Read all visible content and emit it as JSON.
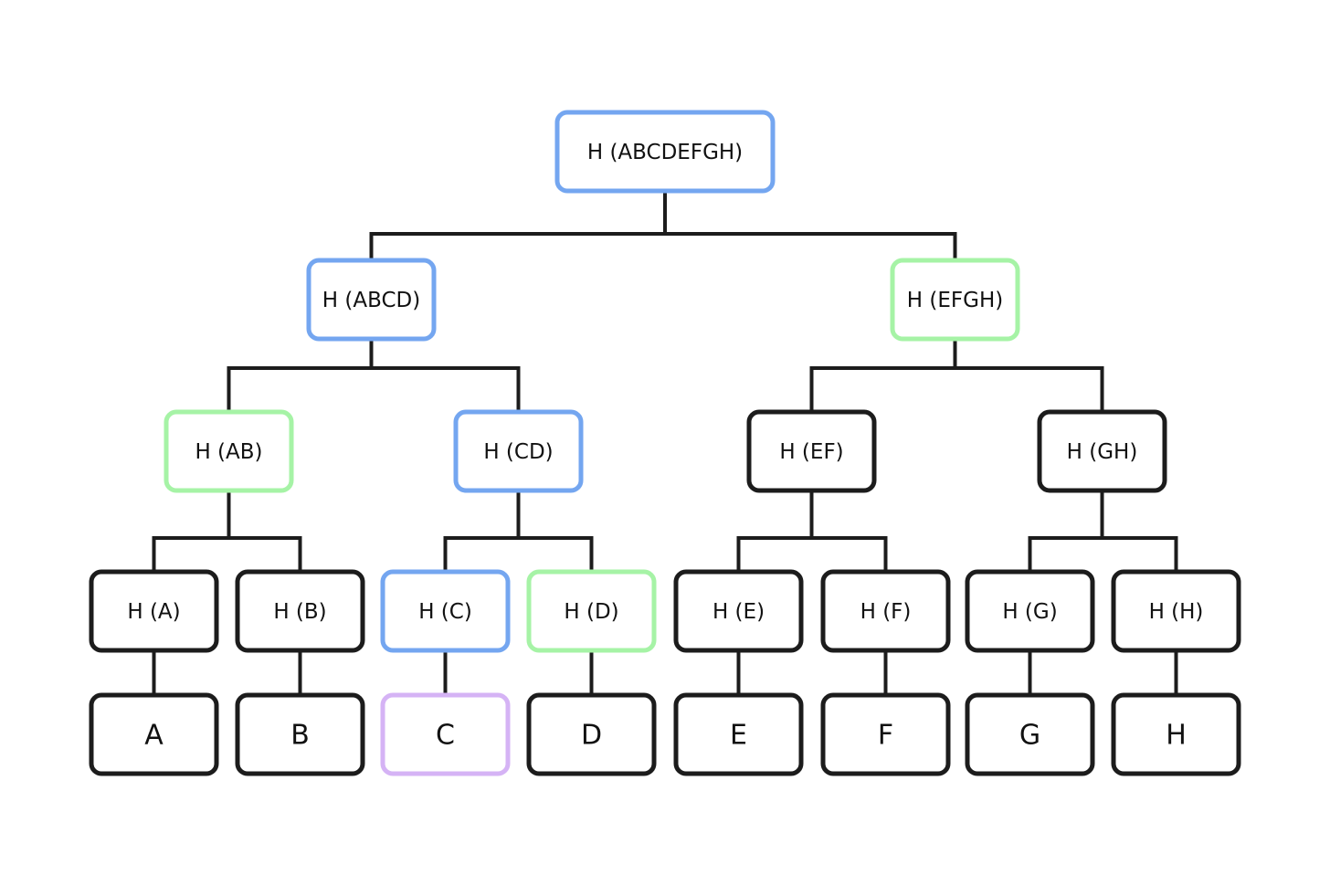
{
  "colors": {
    "black": "#1c1c1c",
    "blue": "#74a6f0",
    "green": "#a6f3a6",
    "purple": "#d5b3f5",
    "connector": "#1c1c1c"
  },
  "nodes": [
    {
      "id": "h-abcdefgh",
      "label": "H (ABCDEFGH)",
      "color": "blue"
    },
    {
      "id": "h-abcd",
      "label": "H (ABCD)",
      "color": "blue"
    },
    {
      "id": "h-efgh",
      "label": "H (EFGH)",
      "color": "green"
    },
    {
      "id": "h-ab",
      "label": "H (AB)",
      "color": "green"
    },
    {
      "id": "h-cd",
      "label": "H (CD)",
      "color": "blue"
    },
    {
      "id": "h-ef",
      "label": "H (EF)",
      "color": "black"
    },
    {
      "id": "h-gh",
      "label": "H (GH)",
      "color": "black"
    },
    {
      "id": "h-a",
      "label": "H (A)",
      "color": "black"
    },
    {
      "id": "h-b",
      "label": "H (B)",
      "color": "black"
    },
    {
      "id": "h-c",
      "label": "H (C)",
      "color": "blue"
    },
    {
      "id": "h-d",
      "label": "H (D)",
      "color": "green"
    },
    {
      "id": "h-e",
      "label": "H (E)",
      "color": "black"
    },
    {
      "id": "h-f",
      "label": "H (F)",
      "color": "black"
    },
    {
      "id": "h-g",
      "label": "H (G)",
      "color": "black"
    },
    {
      "id": "h-h",
      "label": "H (H)",
      "color": "black"
    },
    {
      "id": "leaf-a",
      "label": "A",
      "color": "black"
    },
    {
      "id": "leaf-b",
      "label": "B",
      "color": "black"
    },
    {
      "id": "leaf-c",
      "label": "C",
      "color": "purple"
    },
    {
      "id": "leaf-d",
      "label": "D",
      "color": "black"
    },
    {
      "id": "leaf-e",
      "label": "E",
      "color": "black"
    },
    {
      "id": "leaf-f",
      "label": "F",
      "color": "black"
    },
    {
      "id": "leaf-g",
      "label": "G",
      "color": "black"
    },
    {
      "id": "leaf-h",
      "label": "H",
      "color": "black"
    }
  ],
  "edges": [
    {
      "from": "h-abcdefgh",
      "to": [
        "h-abcd",
        "h-efgh"
      ]
    },
    {
      "from": "h-abcd",
      "to": [
        "h-ab",
        "h-cd"
      ]
    },
    {
      "from": "h-efgh",
      "to": [
        "h-ef",
        "h-gh"
      ]
    },
    {
      "from": "h-ab",
      "to": [
        "h-a",
        "h-b"
      ]
    },
    {
      "from": "h-cd",
      "to": [
        "h-c",
        "h-d"
      ]
    },
    {
      "from": "h-ef",
      "to": [
        "h-e",
        "h-f"
      ]
    },
    {
      "from": "h-gh",
      "to": [
        "h-g",
        "h-h"
      ]
    },
    {
      "from": "h-a",
      "to": [
        "leaf-a"
      ]
    },
    {
      "from": "h-b",
      "to": [
        "leaf-b"
      ]
    },
    {
      "from": "h-c",
      "to": [
        "leaf-c"
      ]
    },
    {
      "from": "h-d",
      "to": [
        "leaf-d"
      ]
    },
    {
      "from": "h-e",
      "to": [
        "leaf-e"
      ]
    },
    {
      "from": "h-f",
      "to": [
        "leaf-f"
      ]
    },
    {
      "from": "h-g",
      "to": [
        "leaf-g"
      ]
    },
    {
      "from": "h-h",
      "to": [
        "leaf-h"
      ]
    }
  ]
}
